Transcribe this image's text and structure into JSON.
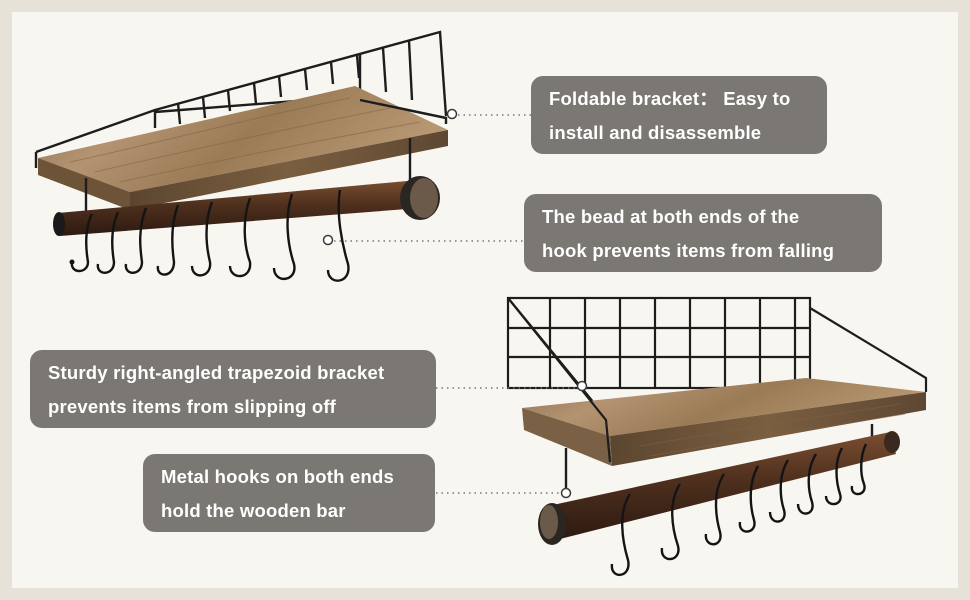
{
  "callouts": {
    "foldable_bracket": {
      "line1": "Foldable bracket： Easy to",
      "line2": "install and disassemble"
    },
    "bead_ends": {
      "line1": "The bead at both ends of the",
      "line2": "hook prevents items from falling"
    },
    "trapezoid_bracket": {
      "line1": "Sturdy right-angled trapezoid bracket",
      "line2": "prevents items from slipping off"
    },
    "metal_hooks": {
      "line1": "Metal hooks on both ends",
      "line2": "hold the wooden bar"
    }
  },
  "colors": {
    "background": "#f8f6f0",
    "callout_bg": "#7b7874",
    "callout_text": "#ffffff",
    "wood_light": "#a98a63",
    "wood_dark": "#6e5538",
    "bar_wood": "#5a3a26",
    "metal": "#1d1d1d"
  }
}
